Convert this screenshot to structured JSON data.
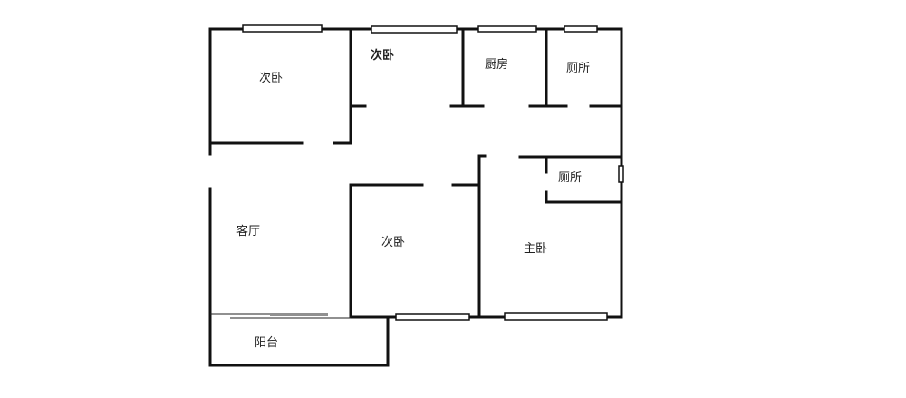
{
  "floor_plan": {
    "rooms": [
      {
        "id": "bedroom-northwest",
        "label": "次卧"
      },
      {
        "id": "bedroom-north",
        "label": "次卧"
      },
      {
        "id": "kitchen",
        "label": "厨房"
      },
      {
        "id": "bathroom-north",
        "label": "厕所"
      },
      {
        "id": "bathroom-ensuite",
        "label": "厕所"
      },
      {
        "id": "living-room",
        "label": "客厅"
      },
      {
        "id": "bedroom-south",
        "label": "次卧"
      },
      {
        "id": "master-bedroom",
        "label": "主卧"
      },
      {
        "id": "balcony",
        "label": "阳台"
      }
    ]
  }
}
